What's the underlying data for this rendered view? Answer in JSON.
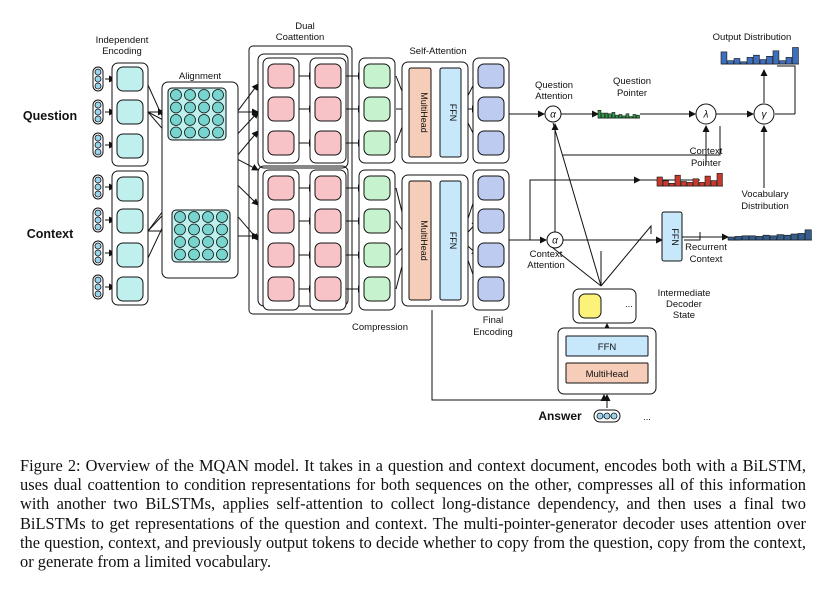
{
  "labels": {
    "independent_encoding": [
      "Independent",
      "Encoding"
    ],
    "alignment": "Alignment",
    "dual_coattention": [
      "Dual",
      "Coattention"
    ],
    "self_attention": "Self-Attention",
    "compression": "Compression",
    "final_encoding": [
      "Final",
      "Encoding"
    ],
    "question": "Question",
    "context": "Context",
    "answer": "Answer",
    "multihead": "MultiHead",
    "ffn": "FFN",
    "question_attention": [
      "Question",
      "Attention"
    ],
    "context_attention": [
      "Context",
      "Attention"
    ],
    "question_pointer": [
      "Question",
      "Pointer"
    ],
    "context_pointer": [
      "Context",
      "Pointer"
    ],
    "vocabulary_distribution": [
      "Vocabulary",
      "Distribution"
    ],
    "output_distribution": "Output Distribution",
    "recurrent_context": [
      "Recurrent",
      "Context"
    ],
    "intermediate_decoder_state": [
      "Intermediate",
      "Decoder",
      "State"
    ],
    "alpha": "α",
    "lambda": "λ",
    "gamma": "γ",
    "ellipsis": "..."
  },
  "caption": "Figure 2: Overview of the MQAN model. It takes in a question and context document, encodes both with a BiLSTM, uses dual coattention to condition representations for both sequences on the other, compresses all of this information with another two BiLSTMs, applies self-attention to collect long-distance dependency, and then uses a final two BiLSTMs to get representations of the question and context. The multi-pointer-generator decoder uses attention over the question, context, and previously output tokens to decide whether to copy from the question, copy from the context, or generate from a limited vocabulary.",
  "colors": {
    "teal": "#bff0ee",
    "pink": "#f7c3c6",
    "green": "#c6f2cd",
    "salmon": "#f6cdb9",
    "lightblue": "#c7e8fb",
    "periwinkle": "#bccbef",
    "yellow": "#fbf27a",
    "bar_green": "#2f9a48",
    "bar_red": "#c63a2d",
    "bar_blue": "#3d6fbc",
    "bar_darkblue": "#345c8c"
  },
  "distributions": {
    "question_pointer": [
      0.55,
      0.35,
      0.35,
      0.3,
      0.4,
      0.2,
      0.25,
      0.15,
      0.3,
      0.1,
      0.25,
      0.2
    ],
    "context_pointer": [
      0.5,
      0.3,
      0.15,
      0.6,
      0.25,
      0.2,
      0.4,
      0.2,
      0.55,
      0.3,
      0.7
    ],
    "output_distribution": [
      0.55,
      0.15,
      0.25,
      0.1,
      0.3,
      0.4,
      0.2,
      0.35,
      0.6,
      0.15,
      0.3,
      0.75
    ],
    "vocabulary_distribution": [
      0.25,
      0.3,
      0.35,
      0.35,
      0.3,
      0.4,
      0.35,
      0.45,
      0.4,
      0.5,
      0.55,
      0.85
    ]
  }
}
